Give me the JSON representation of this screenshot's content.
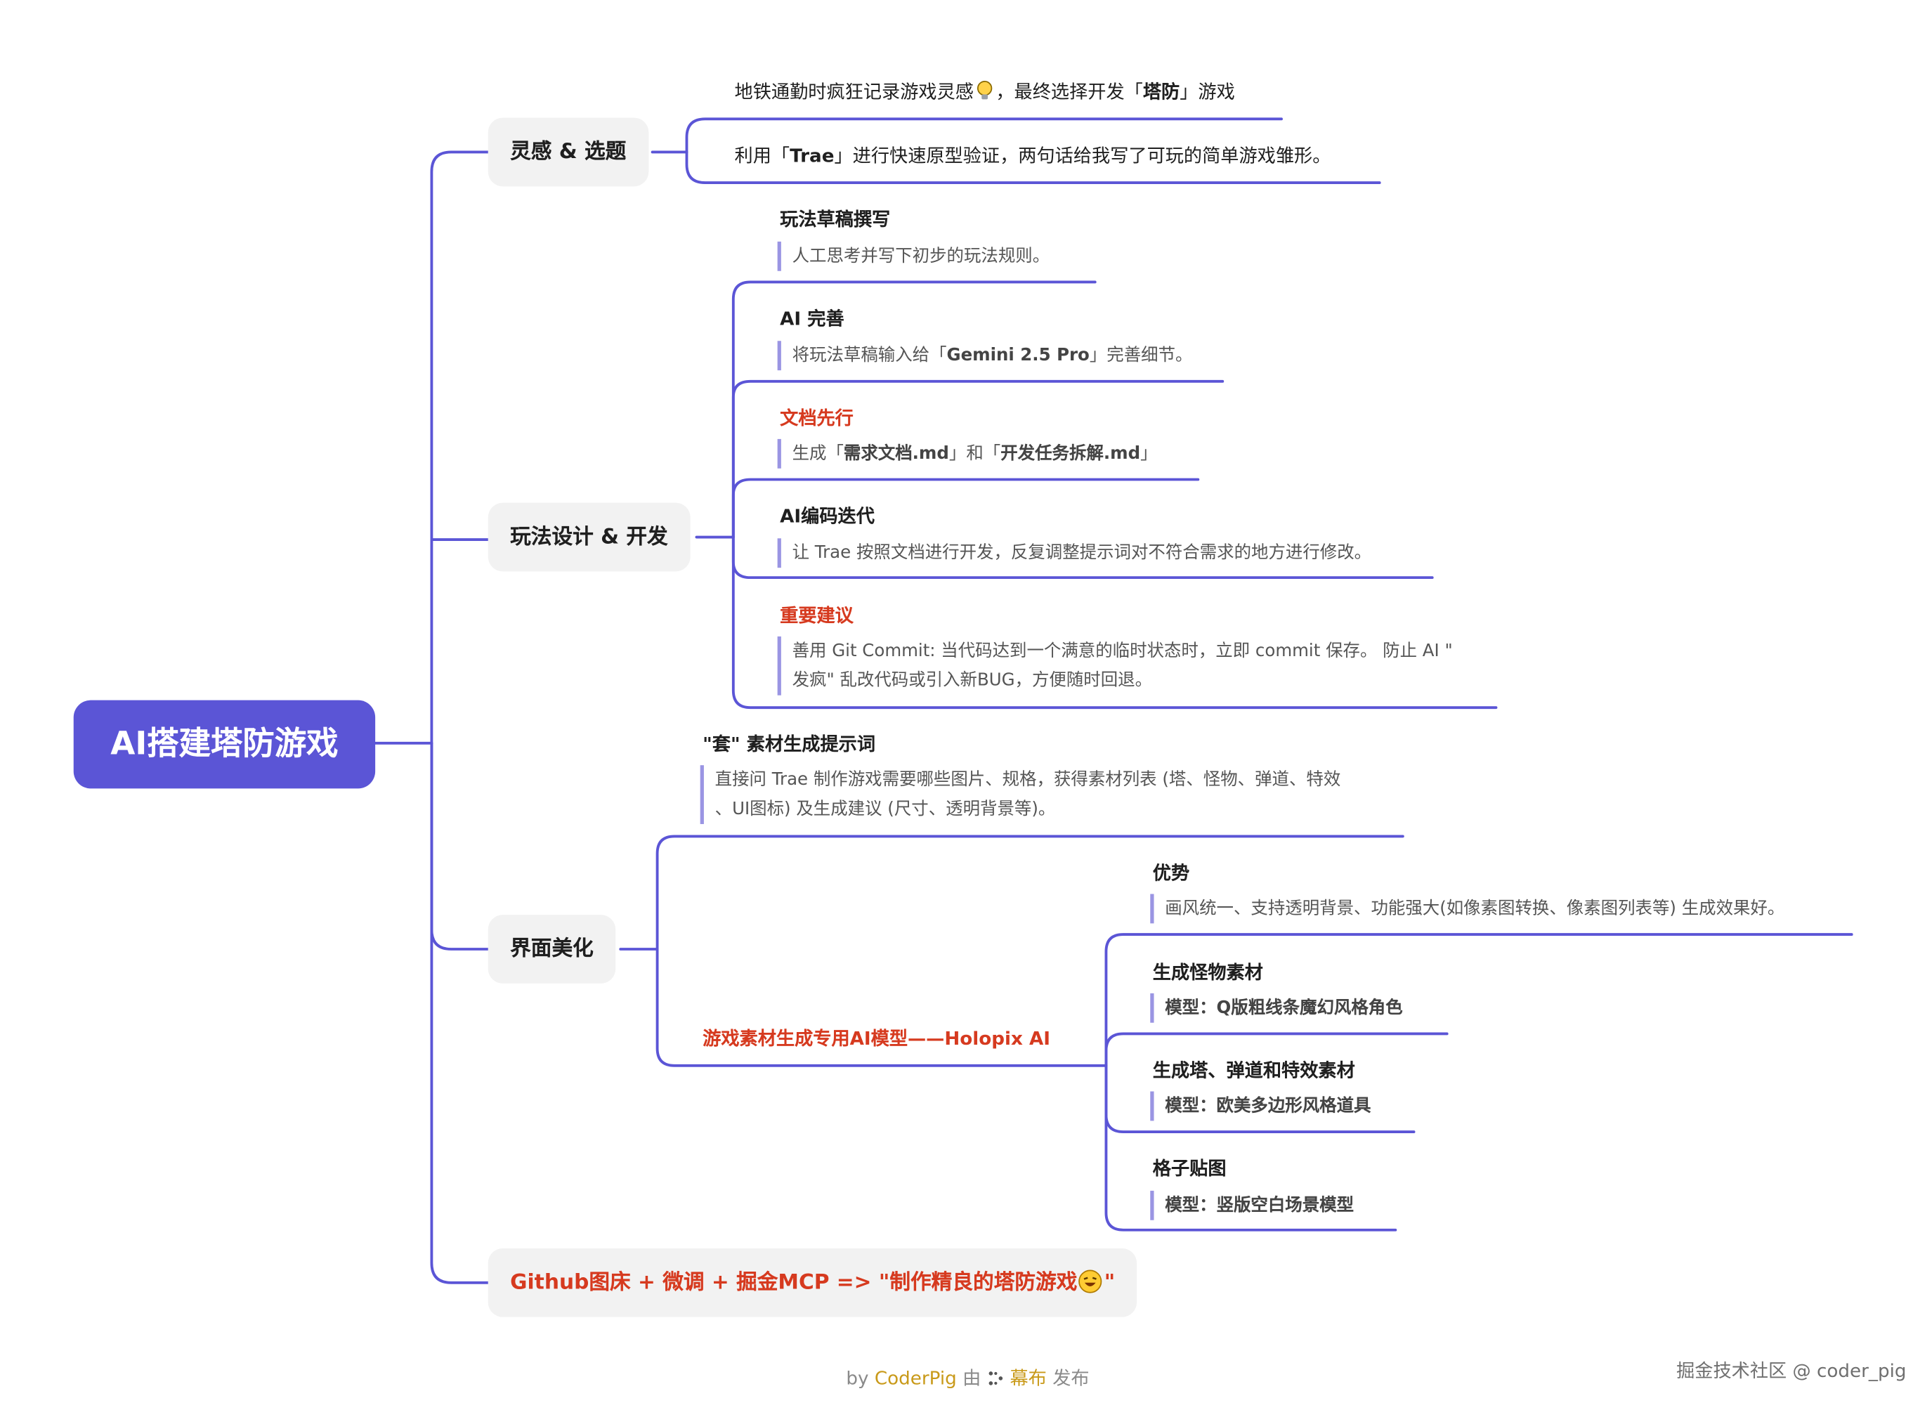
{
  "root": {
    "label": "AI搭建塔防游戏"
  },
  "branches": {
    "b1": {
      "label": "灵感 & 选题",
      "c1": {
        "pre": "地铁通勤时疯狂记录游戏灵感",
        "mid": "，最终选择开发「",
        "em": "塔防",
        "post": "」游戏"
      },
      "c2": {
        "pre": "利用「",
        "em": "Trae",
        "post": "」进行快速原型验证，两句话给我写了可玩的简单游戏雏形。"
      }
    },
    "b2": {
      "label": "玩法设计 & 开发",
      "items": [
        {
          "title": "玩法草稿撰写",
          "note": "人工思考并写下初步的玩法规则。"
        },
        {
          "title": "AI 完善",
          "note_pre": "将玩法草稿输入给「",
          "note_em": "Gemini 2.5 Pro",
          "note_post": "」完善细节。"
        },
        {
          "title": "文档先行",
          "note_pre": "生成「",
          "note_em1": "需求文档.md",
          "note_mid": "」和「",
          "note_em2": "开发任务拆解.md",
          "note_post": "」"
        },
        {
          "title": "AI编码迭代",
          "note": "让 Trae 按照文档进行开发，反复调整提示词对不符合需求的地方进行修改。"
        },
        {
          "title": "重要建议",
          "note_l1": "善用 Git Commit: 当代码达到一个满意的临时状态时，立即 commit 保存。 防止 AI \"",
          "note_l2": "发疯\" 乱改代码或引入新BUG，方便随时回退。"
        }
      ]
    },
    "b3": {
      "label": "界面美化",
      "prompt": {
        "title": "\"套\" 素材生成提示词",
        "note_l1": "直接问 Trae 制作游戏需要哪些图片、规格，获得素材列表 (塔、怪物、弹道、特效",
        "note_l2": "、UI图标) 及生成建议 (尺寸、透明背景等)。"
      },
      "holopix": {
        "label": "游戏素材生成专用AI模型——Holopix AI",
        "items": [
          {
            "title": "优势",
            "note": "画风统一、支持透明背景、功能强大(如像素图转换、像素图列表等) 生成效果好。"
          },
          {
            "title": "生成怪物素材",
            "note_pre": "模型：",
            "note_em": "Q版粗线条魔幻风格角色"
          },
          {
            "title": "生成塔、弹道和特效素材",
            "note_pre": "模型：",
            "note_em": "欧美多边形风格道具"
          },
          {
            "title": "格子贴图",
            "note_pre": "模型：",
            "note_em": "竖版空白场景模型"
          }
        ]
      }
    },
    "b4": {
      "label_pre": "Github图床 + 微调 + 掘金MCP => \"制作精良的塔防游戏",
      "label_post": "\""
    }
  },
  "footer": {
    "by": "by",
    "author": "CoderPig",
    "mid": "由",
    "brand": "幕布",
    "post": "发布"
  },
  "watermark": "掘金技术社区 @ coder_pig",
  "icons": {
    "inspiration": "lightbulb-icon",
    "emoji": "laughing-face-icon",
    "brand": "mubu-logo-icon"
  },
  "colors": {
    "root": "#5b55d6",
    "line": "#5b55d6",
    "accent_red": "#d63a1f",
    "branch_bg": "#f2f2f2",
    "brand": "#c99a1a"
  }
}
